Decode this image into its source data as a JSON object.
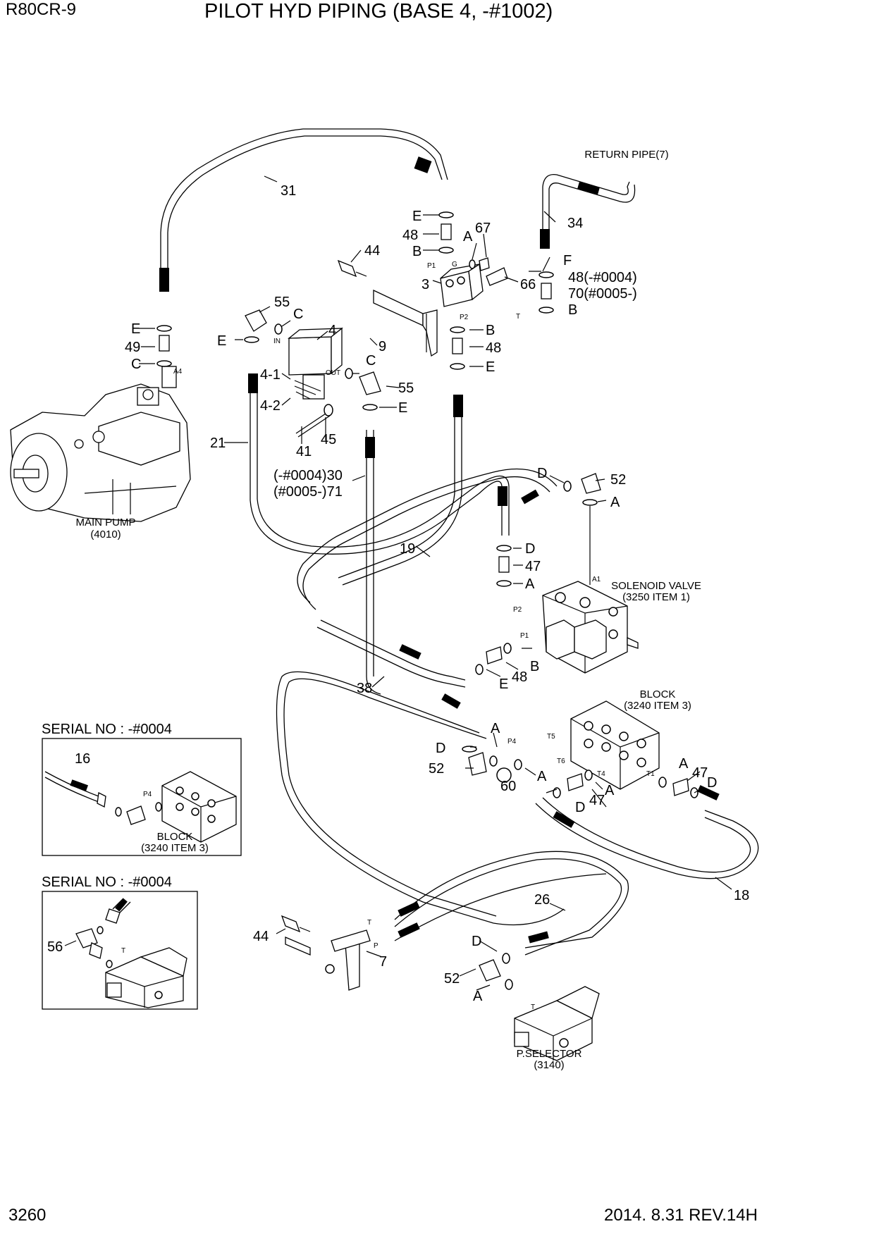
{
  "header": {
    "model": "R80CR-9",
    "title": "PILOT HYD PIPING (BASE 4, -#1002)"
  },
  "footer": {
    "page": "3260",
    "date_rev": "2014. 8.31  REV.14H"
  },
  "components": {
    "main_pump": "MAIN PUMP",
    "main_pump_ref": "(4010)",
    "return_pipe": "RETURN PIPE(7)",
    "solenoid_valve": "SOLENOID VALVE",
    "solenoid_valve_ref": "(3250 ITEM 1)",
    "block": "BLOCK",
    "block_ref": "(3240 ITEM 3)",
    "p_selector": "P.SELECTOR",
    "p_selector_ref": "(3140)"
  },
  "insets": {
    "inset1": {
      "title": "SERIAL NO : -#0004",
      "part": "16",
      "block": "BLOCK",
      "block_ref": "(3240 ITEM 3)",
      "port": "P4"
    },
    "inset2": {
      "title": "SERIAL NO : -#0004",
      "part": "56",
      "port": "T"
    }
  },
  "callouts": {
    "p31": "31",
    "p34": "34",
    "pE1": "E",
    "p48a": "48",
    "pB1": "B",
    "pA1": "A",
    "p67": "67",
    "p44a": "44",
    "p66": "66",
    "pF": "F",
    "p48b": "48(-#0004)",
    "p70": "70(#0005-)",
    "pB2": "B",
    "p3": "3",
    "pB3": "B",
    "p48c": "48",
    "pE2": "E",
    "p55a": "55",
    "pC1": "C",
    "p4": "4",
    "pE3": "E",
    "p9": "9",
    "pE4": "E",
    "p49": "49",
    "pC2": "C",
    "p41a": "4-1",
    "p42": "4-2",
    "pC3": "C",
    "p55b": "55",
    "pE5": "E",
    "p41": "41",
    "p45": "45",
    "p21": "21",
    "p30": "(-#0004)30",
    "p71": "(#0005-)71",
    "pD1": "D",
    "p52a": "52",
    "pA2": "A",
    "p19": "19",
    "pD2": "D",
    "p47a": "47",
    "pA3": "A",
    "pB4": "B",
    "p48d": "48",
    "pE6": "E",
    "p38": "38",
    "pA4": "A",
    "pD3": "D",
    "p52b": "52",
    "p60": "60",
    "pA5": "A",
    "pA6": "A",
    "p47b": "47",
    "pD4": "D",
    "pA7": "A",
    "p47c": "47",
    "pD5": "D",
    "p18": "18",
    "p26": "26",
    "p44b": "44",
    "p7": "7",
    "pD6": "D",
    "p52c": "52",
    "pA8": "A"
  },
  "ports": {
    "A4": "A4",
    "P1": "P1",
    "G": "G",
    "P2": "P2",
    "T": "T",
    "IN": "IN",
    "OUT": "OUT",
    "A1": "A1",
    "sv_P2": "P2",
    "sv_P1": "P1",
    "P4": "P4",
    "T5": "T5",
    "T6": "T6",
    "T4": "T4",
    "T1": "T1",
    "ps_T": "T",
    "br_T": "T",
    "br_P": "P"
  }
}
